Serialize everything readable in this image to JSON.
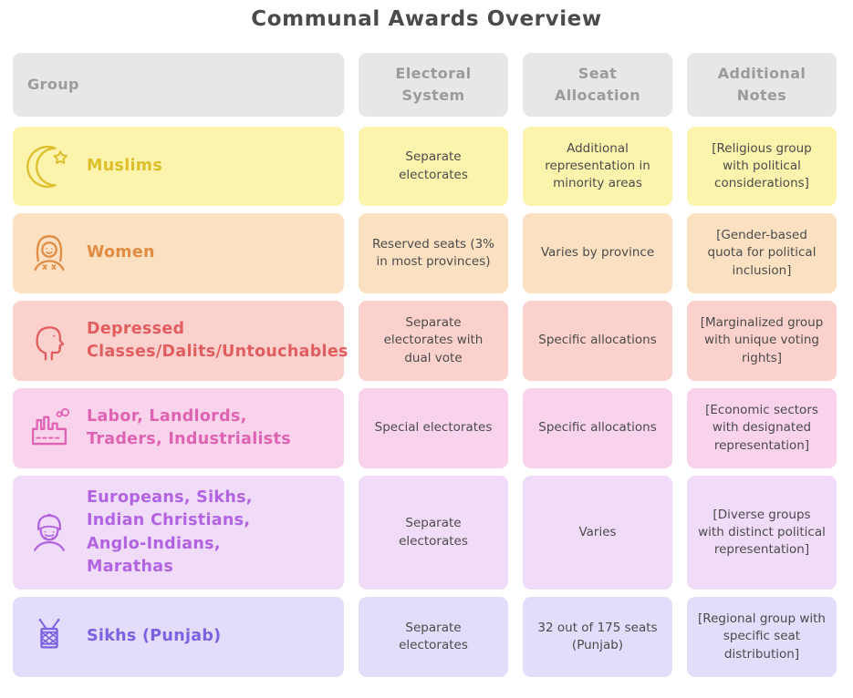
{
  "title": "Communal Awards Overview",
  "colors": {
    "page_bg": "#ffffff",
    "title_text": "#4b4b4b",
    "header_bg": "#e7e7e7",
    "header_text": "#9b9b9b",
    "cell_text": "#4b4b4b"
  },
  "table": {
    "headers": [
      "Group",
      "Electoral System",
      "Seat Allocation",
      "Additional Notes"
    ],
    "rows": [
      {
        "group": "Muslims",
        "icon": "crescent-star-icon",
        "bg": "#fcf3ad",
        "accent": "#ddbe2b",
        "electoral_system": "Separate electorates",
        "seat_allocation": "Additional representation in minority areas",
        "additional_notes": "[Religious group with political considerations]"
      },
      {
        "group": "Women",
        "icon": "woman-icon",
        "bg": "#fbe1c2",
        "accent": "#e18c42",
        "electoral_system": "Reserved seats (3% in most provinces)",
        "seat_allocation": "Varies by province",
        "additional_notes": "[Gender-based quota for political inclusion]"
      },
      {
        "group": "Depressed\nClasses/Dalits/Untouchables",
        "icon": "head-profile-icon",
        "bg": "#fbd1ce",
        "accent": "#e25e5e",
        "electoral_system": "Separate electorates with dual vote",
        "seat_allocation": "Specific allocations",
        "additional_notes": "[Marginalized group with unique voting rights]"
      },
      {
        "group": "Labor, Landlords,\nTraders, Industrialists",
        "icon": "factory-icon",
        "bg": "#f9d3ec",
        "accent": "#de63b3",
        "electoral_system": "Special electorates",
        "seat_allocation": "Specific allocations",
        "additional_notes": "[Economic sectors with designated representation]"
      },
      {
        "group": "Europeans, Sikhs,\nIndian Christians,\nAnglo-Indians,\nMarathas",
        "icon": "turban-man-icon",
        "bg": "#f0dcf8",
        "accent": "#b263e2",
        "electoral_system": "Separate electorates",
        "seat_allocation": "Varies",
        "additional_notes": "[Diverse groups with distinct political representation]"
      },
      {
        "group": "Sikhs (Punjab)",
        "icon": "drum-icon",
        "bg": "#e3dcfa",
        "accent": "#7c61e0",
        "electoral_system": "Separate electorates",
        "seat_allocation": "32 out of 175 seats (Punjab)",
        "additional_notes": "[Regional group with specific seat distribution]"
      }
    ]
  },
  "chart_data": {
    "type": "table",
    "title": "Communal Awards Overview",
    "columns": [
      "Group",
      "Electoral System",
      "Seat Allocation",
      "Additional Notes"
    ],
    "rows": [
      [
        "Muslims",
        "Separate electorates",
        "Additional representation in minority areas",
        "[Religious group with political considerations]"
      ],
      [
        "Women",
        "Reserved seats (3% in most provinces)",
        "Varies by province",
        "[Gender-based quota for political inclusion]"
      ],
      [
        "Depressed Classes/Dalits/Untouchables",
        "Separate electorates with dual vote",
        "Specific allocations",
        "[Marginalized group with unique voting rights]"
      ],
      [
        "Labor, Landlords, Traders, Industrialists",
        "Special electorates",
        "Specific allocations",
        "[Economic sectors with designated representation]"
      ],
      [
        "Europeans, Sikhs, Indian Christians, Anglo-Indians, Marathas",
        "Separate electorates",
        "Varies",
        "[Diverse groups with distinct political representation]"
      ],
      [
        "Sikhs (Punjab)",
        "Separate electorates",
        "32 out of 175 seats (Punjab)",
        "[Regional group with specific seat distribution]"
      ]
    ]
  }
}
